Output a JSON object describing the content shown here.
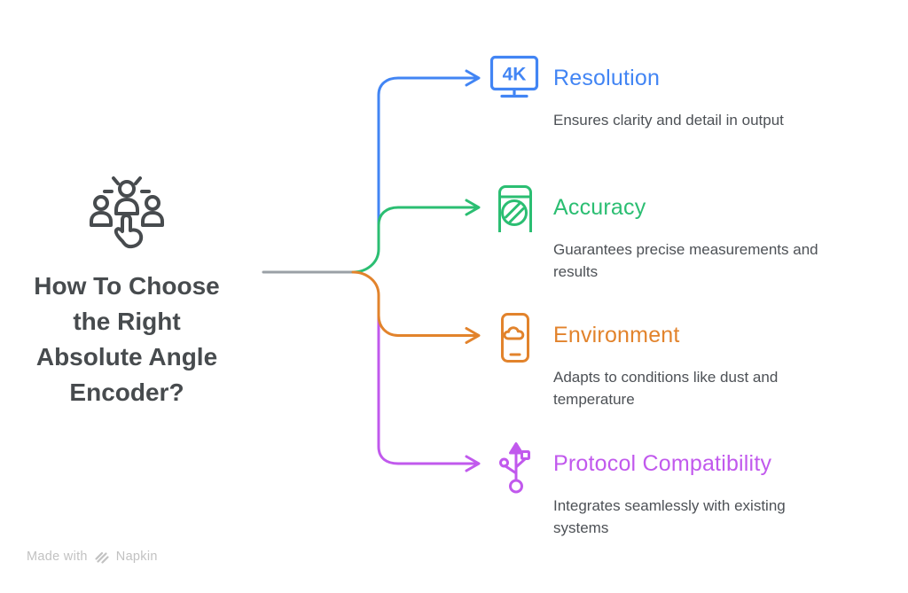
{
  "colors": {
    "blue": "#4285F4",
    "green": "#2BBE72",
    "orange": "#E2832C",
    "purple": "#C159ED",
    "trunk_gray": "#9AA0A6",
    "title_text": "#474B4E",
    "description_text": "#4D5156",
    "watermark": "#C2C2C2"
  },
  "center": {
    "title": "How To Choose\nthe Right\nAbsolute Angle\nEncoder?",
    "icon": "people-choice-icon"
  },
  "branches": [
    {
      "id": "resolution",
      "label": "Resolution",
      "description": "Ensures clarity and detail in output",
      "icon": "4k-monitor-icon",
      "icon_text": "4K",
      "color": "#4285F4"
    },
    {
      "id": "accuracy",
      "label": "Accuracy",
      "description": "Guarantees precise measurements and\nresults",
      "icon": "gauge-device-icon",
      "color": "#2BBE72"
    },
    {
      "id": "environment",
      "label": "Environment",
      "description": "Adapts to conditions like dust and\ntemperature",
      "icon": "phone-cloud-icon",
      "color": "#E2832C"
    },
    {
      "id": "protocol-compatibility",
      "label": "Protocol Compatibility",
      "description": "Integrates seamlessly with existing\nsystems",
      "icon": "usb-icon",
      "color": "#C159ED"
    }
  ],
  "footer": {
    "made_with": "Made with",
    "brand": "Napkin",
    "logo": "napkin-logo-icon"
  }
}
